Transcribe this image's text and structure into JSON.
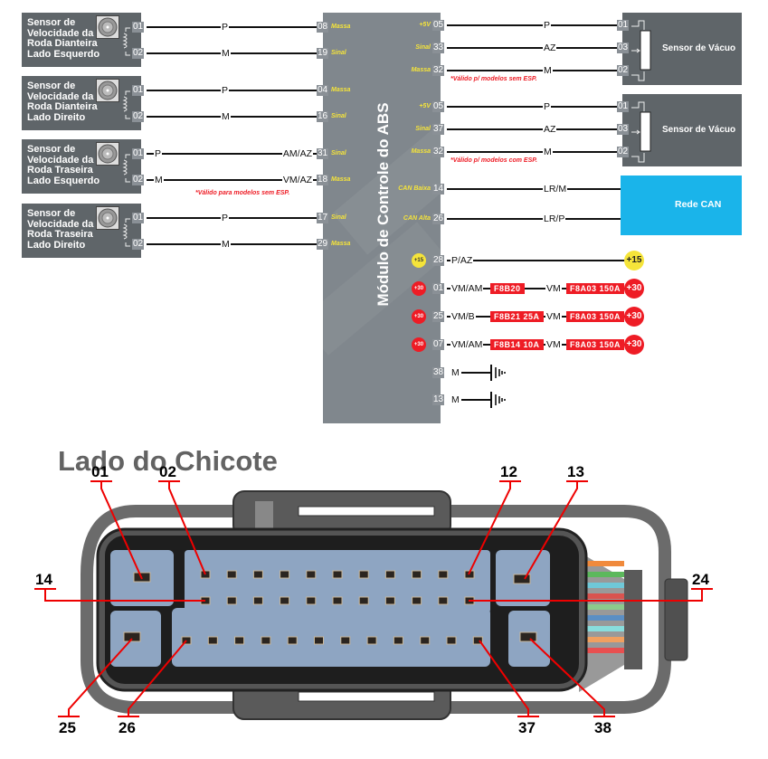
{
  "module": {
    "title": "Módulo de Controle do ABS"
  },
  "left_sensors": [
    {
      "name_lines": [
        "Sensor de",
        "Velocidade da",
        "Roda Dianteira",
        "Lado Esquerdo"
      ],
      "icon": "wheel-speed-sensor-icon",
      "wires": [
        {
          "sensor_pin": "01",
          "label_left": "",
          "label": "P",
          "module_pin": "08",
          "module_label": "Massa"
        },
        {
          "sensor_pin": "02",
          "label_left": "",
          "label": "M",
          "module_pin": "19",
          "module_label": "Sinal"
        }
      ]
    },
    {
      "name_lines": [
        "Sensor de",
        "Velocidade da",
        "Roda Dianteira",
        "Lado Direito"
      ],
      "icon": "wheel-speed-sensor-icon",
      "wires": [
        {
          "sensor_pin": "01",
          "label_left": "",
          "label": "P",
          "module_pin": "04",
          "module_label": "Massa"
        },
        {
          "sensor_pin": "02",
          "label_left": "",
          "label": "M",
          "module_pin": "16",
          "module_label": "Sinal"
        }
      ]
    },
    {
      "name_lines": [
        "Sensor de",
        "Velocidade da",
        "Roda Traseira",
        "Lado Esquerdo"
      ],
      "icon": "wheel-speed-sensor-icon",
      "wires": [
        {
          "sensor_pin": "01",
          "label_left": "P",
          "label": "AM/AZ",
          "module_pin": "31",
          "module_label": "Sinal"
        },
        {
          "sensor_pin": "02",
          "label_left": "M",
          "label": "VM/AZ",
          "module_pin": "18",
          "module_label": "Massa"
        }
      ],
      "note": "*Válido para modelos sem ESP."
    },
    {
      "name_lines": [
        "Sensor de",
        "Velocidade da",
        "Roda Traseira",
        "Lado Direito"
      ],
      "icon": "wheel-speed-sensor-icon",
      "wires": [
        {
          "sensor_pin": "01",
          "label_left": "",
          "label": "P",
          "module_pin": "17",
          "module_label": "Sinal"
        },
        {
          "sensor_pin": "02",
          "label_left": "",
          "label": "M",
          "module_pin": "29",
          "module_label": "Massa"
        }
      ]
    }
  ],
  "vacuum_sensors": [
    {
      "name": "Sensor de Vácuo",
      "note": "*Válido p/ modelos sem ESP.",
      "wires": [
        {
          "module_label": "+5V",
          "module_pin": "05",
          "label": "P",
          "sensor_pin": "01"
        },
        {
          "module_label": "Sinal",
          "module_pin": "33",
          "label": "AZ",
          "sensor_pin": "03"
        },
        {
          "module_label": "Massa",
          "module_pin": "32",
          "label": "M",
          "sensor_pin": "02"
        }
      ]
    },
    {
      "name": "Sensor de Vácuo",
      "note": "*Válido p/ modelos com ESP.",
      "wires": [
        {
          "module_label": "+5V",
          "module_pin": "05",
          "label": "P",
          "sensor_pin": "01"
        },
        {
          "module_label": "Sinal",
          "module_pin": "37",
          "label": "AZ",
          "sensor_pin": "03"
        },
        {
          "module_label": "Massa",
          "module_pin": "32",
          "label": "M",
          "sensor_pin": "02"
        }
      ]
    }
  ],
  "can": {
    "name": "Rede CAN",
    "color": "#1ab4ea",
    "wires": [
      {
        "module_label": "CAN Baixa",
        "module_pin": "14",
        "label": "LR/M"
      },
      {
        "module_label": "CAN Alta",
        "module_pin": "26",
        "label": "LR/P"
      }
    ]
  },
  "power": [
    {
      "badge": "+15",
      "pin": "28",
      "wire": "P/AZ",
      "fuse1": "",
      "wire2": "",
      "fuse2": "",
      "terminal": "+15",
      "color": "#f5e43a"
    },
    {
      "badge": "+30",
      "pin": "01",
      "wire": "VM/AM",
      "fuse1": "F8B20",
      "wire2": "VM",
      "fuse2": "F8A03 150A",
      "terminal": "+30",
      "color": "#ee1c25"
    },
    {
      "badge": "+30",
      "pin": "25",
      "wire": "VM/B",
      "fuse1": "F8B21 25A",
      "wire2": "VM",
      "fuse2": "F8A03 150A",
      "terminal": "+30",
      "color": "#ee1c25"
    },
    {
      "badge": "+30",
      "pin": "07",
      "wire": "VM/AM",
      "fuse1": "F8B14 10A",
      "wire2": "VM",
      "fuse2": "F8A03 150A",
      "terminal": "+30",
      "color": "#ee1c25"
    }
  ],
  "grounds": [
    {
      "pin": "38",
      "wire": "M"
    },
    {
      "pin": "13",
      "wire": "M"
    }
  ],
  "connector": {
    "title": "Lado do Chicote",
    "callouts": [
      "01",
      "02",
      "12",
      "13",
      "14",
      "24",
      "25",
      "26",
      "37",
      "38"
    ]
  }
}
